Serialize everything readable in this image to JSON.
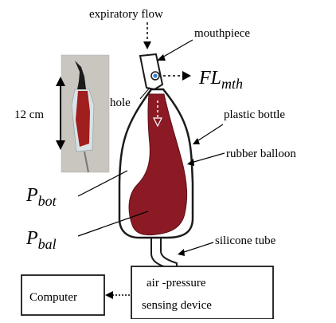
{
  "labels": {
    "expiratory_flow": "expiratory flow",
    "mouthpiece": "mouthpiece",
    "hole": "hole",
    "plastic_bottle": "plastic bottle",
    "rubber_balloon": "rubber balloon",
    "silicone_tube": "silicone tube",
    "length": "12 cm",
    "computer": "Computer",
    "sensor_line1": "air -pressure",
    "sensor_line2": "sensing device"
  },
  "symbols": {
    "fl_main": "FL",
    "fl_sub": "mth",
    "pbot_main": "P",
    "pbot_sub": "bot",
    "pbal_main": "P",
    "pbal_sub": "bal"
  },
  "colors": {
    "balloon": "#8b1a24",
    "outline": "#1a1a1a",
    "hole": "#3b7fd0"
  }
}
